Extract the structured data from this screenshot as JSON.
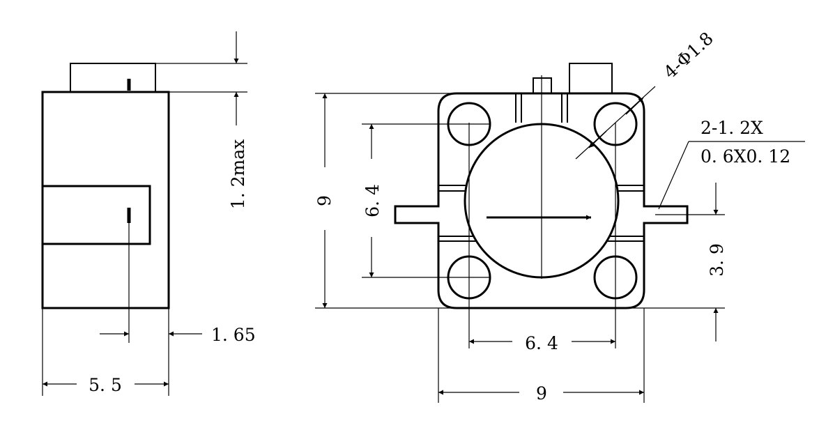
{
  "side_view": {
    "dim_height": "1. 2max",
    "dim_pin_offset": "1. 65",
    "dim_width": "5. 5"
  },
  "front_view": {
    "dim_hole_callout": "4-Φ1.8",
    "dim_tab_line1": "2-1. 2X",
    "dim_tab_line2": "0. 6X0. 12",
    "dim_height_overall": "9",
    "dim_height_holes": "6. 4",
    "dim_tab_height": "3. 9",
    "dim_width_holes": "6. 4",
    "dim_width_overall": "9"
  }
}
